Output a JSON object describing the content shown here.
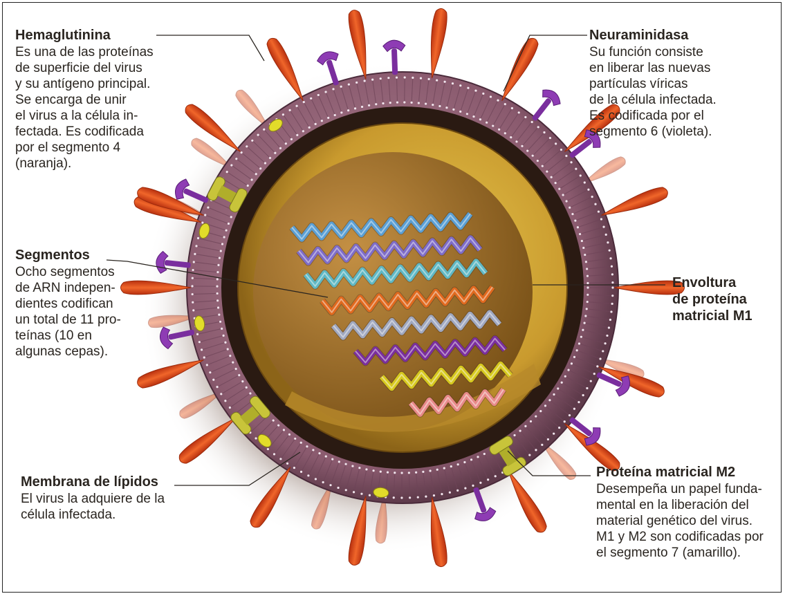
{
  "labels": {
    "hemaglutinina": {
      "title": "Hemaglutinina",
      "lines": [
        "Es una de las proteínas",
        "de superficie del virus",
        "y su antígeno principal.",
        "Se encarga de unir",
        "el virus a la célula in-",
        "fectada. Es codificada",
        "por el segmento 4",
        "(naranja)."
      ]
    },
    "neuraminidasa": {
      "title": "Neuraminidasa",
      "lines": [
        "Su función consiste",
        "en liberar las nuevas",
        "partículas víricas",
        "de la célula infectada.",
        "Es codificada por el",
        "segmento 6 (violeta)."
      ]
    },
    "segmentos": {
      "title": "Segmentos",
      "lines": [
        "Ocho segmentos",
        "de ARN indepen-",
        "dientes codifican",
        "un total de 11 pro-",
        "teínas (10 en",
        "algunas cepas)."
      ]
    },
    "envoltura": {
      "title_lines": [
        "Envoltura",
        "de proteína",
        "matricial M1"
      ]
    },
    "membrana": {
      "title": "Membrana de lípidos",
      "lines": [
        "El virus la adquiere de la",
        "célula infectada."
      ]
    },
    "m2": {
      "title": "Proteína matricial M2",
      "lines": [
        "Desempeña un papel funda-",
        "mental en la liberación del",
        "material genético del virus.",
        "M1 y M2 son codificadas por",
        "el segmento 7 (amarillo)."
      ]
    }
  },
  "colors": {
    "hemagglutinin": "#e8501f",
    "neuraminidase": "#7a2e9e",
    "m2": "#c8c43a",
    "membrane": "#8a5a6e",
    "matrix": "#c99a2e",
    "segments": [
      "#5a9fd4",
      "#7e6cc8",
      "#5fb8c4",
      "#e0691e",
      "#a0a8c0",
      "#7a2e9e",
      "#d6c81e",
      "#e88a8a"
    ]
  }
}
